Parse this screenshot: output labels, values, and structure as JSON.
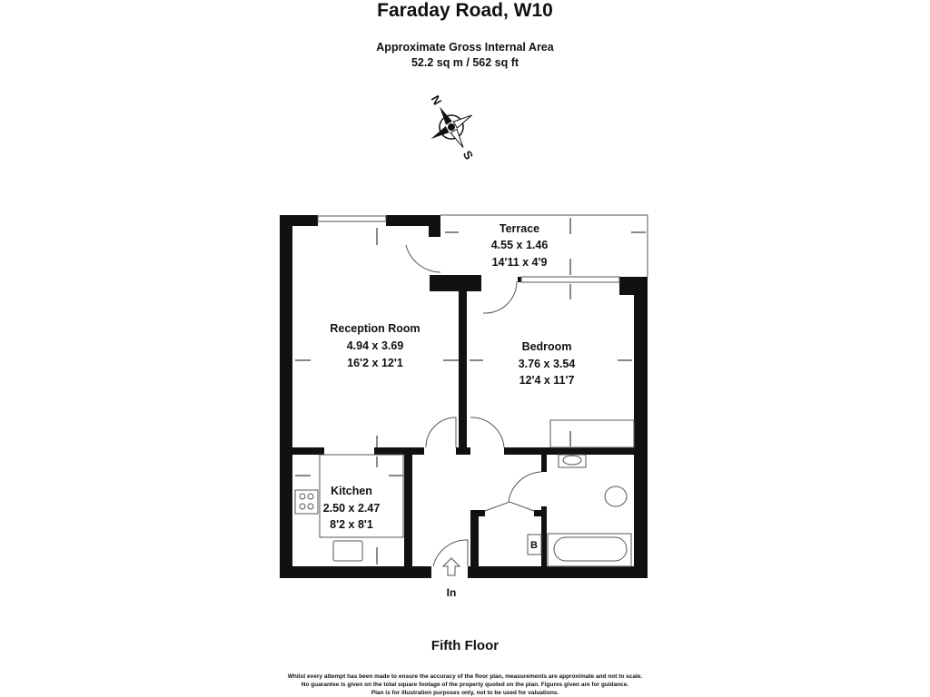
{
  "header": {
    "title": "Faraday Road, W10",
    "area_label": "Approximate Gross Internal Area",
    "area_value": "52.2 sq m / 562 sq ft"
  },
  "compass": {
    "north": "N",
    "south": "S"
  },
  "rooms": [
    {
      "name": "Terrace",
      "metric": "4.55 x 1.46",
      "imperial": "14'11 x 4'9"
    },
    {
      "name": "Reception Room",
      "metric": "4.94 x 3.69",
      "imperial": "16'2 x 12'1"
    },
    {
      "name": "Bedroom",
      "metric": "3.76 x 3.54",
      "imperial": "12'4 x 11'7"
    },
    {
      "name": "Kitchen",
      "metric": "2.50 x 2.47",
      "imperial": "8'2 x 8'1"
    }
  ],
  "labels": {
    "boiler": "B",
    "entrance": "In"
  },
  "floor_name": "Fifth Floor",
  "disclaimer": [
    "Whilst every attempt has been made to ensure the accuracy of the floor plan, measurements are approximate and not to scale.",
    "No guarantee is given on the total square footage of the property quoted on the plan. Figures given are for guidance.",
    "Plan is for illustration purposes only, not to be used for valuations."
  ]
}
